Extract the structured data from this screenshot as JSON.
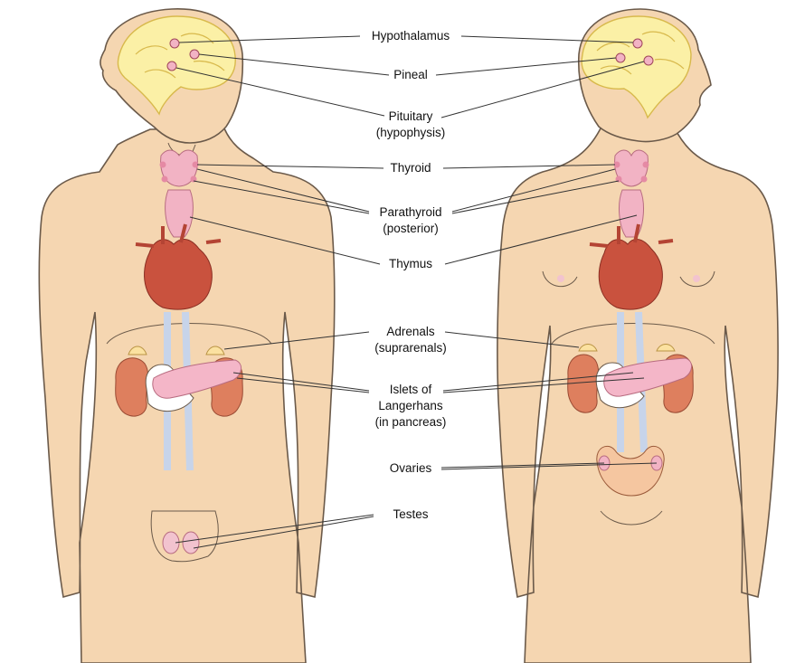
{
  "labels": {
    "hypothalamus": "Hypothalamus",
    "pineal": "Pineal",
    "pituitary_1": "Pituitary",
    "pituitary_2": "(hypophysis)",
    "thyroid": "Thyroid",
    "parathyroid_1": "Parathyroid",
    "parathyroid_2": "(posterior)",
    "thymus": "Thymus",
    "adrenals_1": "Adrenals",
    "adrenals_2": "(suprarenals)",
    "islets_1": "Islets of",
    "islets_2": "Langerhans",
    "islets_3": "(in pancreas)",
    "ovaries": "Ovaries",
    "testes": "Testes"
  },
  "colors": {
    "skin": "#f5d6b1",
    "outline": "#6b5a4a",
    "brain": "#fbf0a6",
    "brain_outline": "#d8b94c",
    "gland_pink": "#f2b3c4",
    "heart": "#c9523e",
    "kidney": "#de7f5e",
    "vessel": "#c7d4ea",
    "pancreas": "#f4b6c8",
    "leader_line": "#333333"
  }
}
